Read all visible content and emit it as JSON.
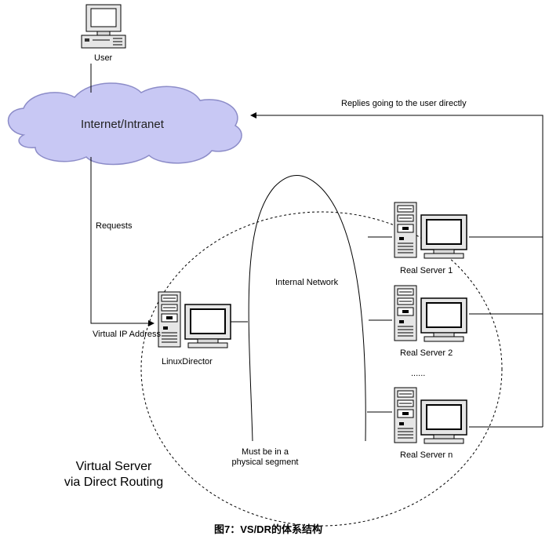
{
  "nodes": {
    "user": "User",
    "internet": "Internet/Intranet",
    "director": "LinuxDirector",
    "internal_network": "Internal Network",
    "real_server_1": "Real Server 1",
    "real_server_2": "Real Server 2",
    "real_server_n": "Real Server n",
    "ellipsis": "......"
  },
  "edges": {
    "requests": "Requests",
    "replies": "Replies going to the user directly",
    "vip": "Virtual IP Address"
  },
  "notes": {
    "segment_line1": "Must be in a",
    "segment_line2": "physical segment"
  },
  "title": {
    "line1": "Virtual Server",
    "line2": "via Direct Routing"
  },
  "caption": "图7：VS/DR的体系结构",
  "colors": {
    "cloud_fill": "#c8c8f4",
    "cloud_stroke": "#8c8cc8",
    "screen": "#ffffff",
    "monitor_body": "#e4e4e4",
    "line": "#000000"
  }
}
